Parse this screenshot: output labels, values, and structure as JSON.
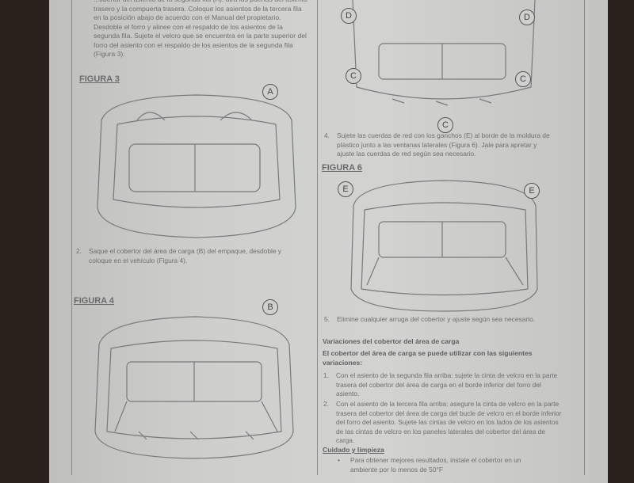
{
  "left_column": {
    "intro_text": "...obertor del asiento de la segunda fila (A). atra las puertas del asiento trasero y la compuerta trasera. Coloque los asientos de la tercera fila en la posición abajo de acuerdo con el Manual del propietario. Desdoble el forro y alinee con el respaldo de los asientos de la segunda fila. Sujete el velcro que se encuentra en la parte superior del forro del asiento con el respaldo de los asientos de la segunda fila (Figura 3).",
    "figure3_title": "FIGURA 3",
    "figure3_callout": "A",
    "step2_number": "2.",
    "step2_text": "Saque el cobertor del área de carga (B) del empaque, desdoble y coloque en el vehículo (Figura 4).",
    "figure4_title": "FIGURA 4",
    "figure4_callout": "B"
  },
  "right_column": {
    "figure5_callouts": [
      "D",
      "D",
      "C",
      "C",
      "C"
    ],
    "step4_number": "4.",
    "step4_text": "Sujete las cuerdas de red con los ganchos (E) al borde de la moldura de plástico junto a las ventanas laterales (Figura 6). Jale para apretar y ajuste las cuerdas de red según sea necesario.",
    "figure6_title": "FIGURA 6",
    "figure6_callouts": [
      "E",
      "E"
    ],
    "step5_number": "5.",
    "step5_text": "Elimine cualquier arruga del cobertor y ajuste según sea necesario.",
    "variations_heading": "Variaciones del cobertor del área de carga",
    "variations_intro": "El cobertor del área de carga se puede utilizar con las siguientes variaciones:",
    "variations": [
      {
        "number": "1.",
        "text": "Con el asiento de la segunda fila arriba: sujete la cinta de velcro en la parte trasera del cobertor del área de carga en el borde inferior del forro del asiento."
      },
      {
        "number": "2.",
        "text": "Con el asiento de la tercera fila arriba: asegure la cinta de velcro en la parte trasera del cobertor del área de carga del bucle de velcro en el borde inferior del forro del asiento. Sujete las cintas de velcro en los lados de los asientos de las cintas de velcro en los paneles laterales del cobertor del área de carga."
      }
    ],
    "care_heading": "Cuidado y limpieza",
    "care_bullet": "•",
    "care_text": "Para obtener mejores resultados, instale el cobertor en un ambiente por lo menos de 50°F"
  }
}
